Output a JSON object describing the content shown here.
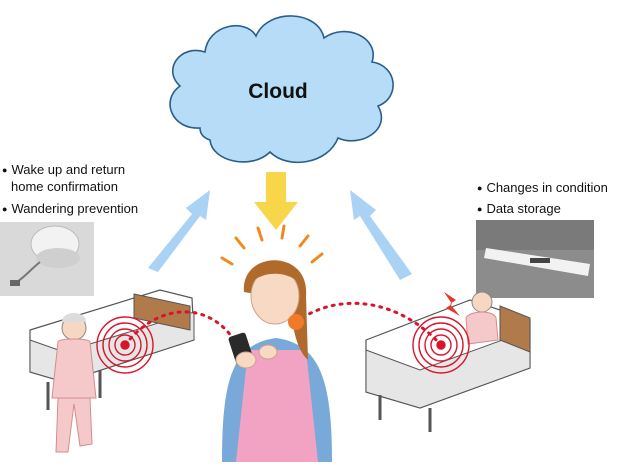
{
  "cloud": {
    "label": "Cloud"
  },
  "left_features": [
    "Wake up and return",
    "home confirmation",
    "Wandering prevention"
  ],
  "right_features": [
    "Changes in condition",
    "Data storage"
  ],
  "colors": {
    "cloud_fill": "#b6dcf7",
    "cloud_stroke": "#2b5d8c",
    "arrow_blue": "#a9d2f5",
    "arrow_yellow": "#f7d64a",
    "signal_red": "#d9142b",
    "apron_pink": "#f2a3c4",
    "shirt_blue": "#78a9d8",
    "hair_brown": "#b06a2c"
  },
  "icons": {
    "left_device": "sensor-unit-icon",
    "right_device": "sensor-mat-icon",
    "alert": "lightning-icon"
  }
}
